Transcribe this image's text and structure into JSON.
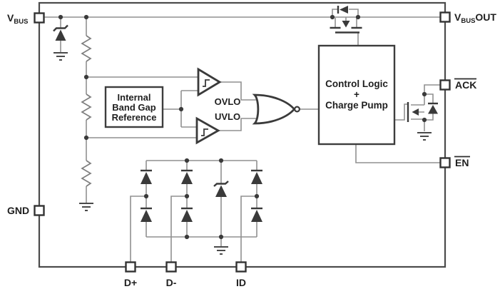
{
  "pins": {
    "vbus": {
      "main": "V",
      "sub": "BUS"
    },
    "vbusout": {
      "main": "V",
      "sub": "BUS",
      "suffix": "OUT"
    },
    "ack": {
      "label": "ACK"
    },
    "en": {
      "label": "EN"
    },
    "gnd": {
      "label": "GND"
    },
    "dplus": {
      "label": "D+"
    },
    "dminus": {
      "label": "D-"
    },
    "id": {
      "label": "ID"
    }
  },
  "blocks": {
    "bandgap": {
      "lines": [
        "Internal",
        "Band Gap",
        "Reference"
      ]
    },
    "control_logic": {
      "lines": [
        "Control Logic",
        "+",
        "Charge Pump"
      ]
    }
  },
  "signals": {
    "ovlo": "OVLO",
    "uvlo": "UVLO"
  },
  "colors": {
    "wire": "#919191",
    "outline": "#3a3a3a",
    "text": "#1f1f1f",
    "background": "#ffffff"
  }
}
